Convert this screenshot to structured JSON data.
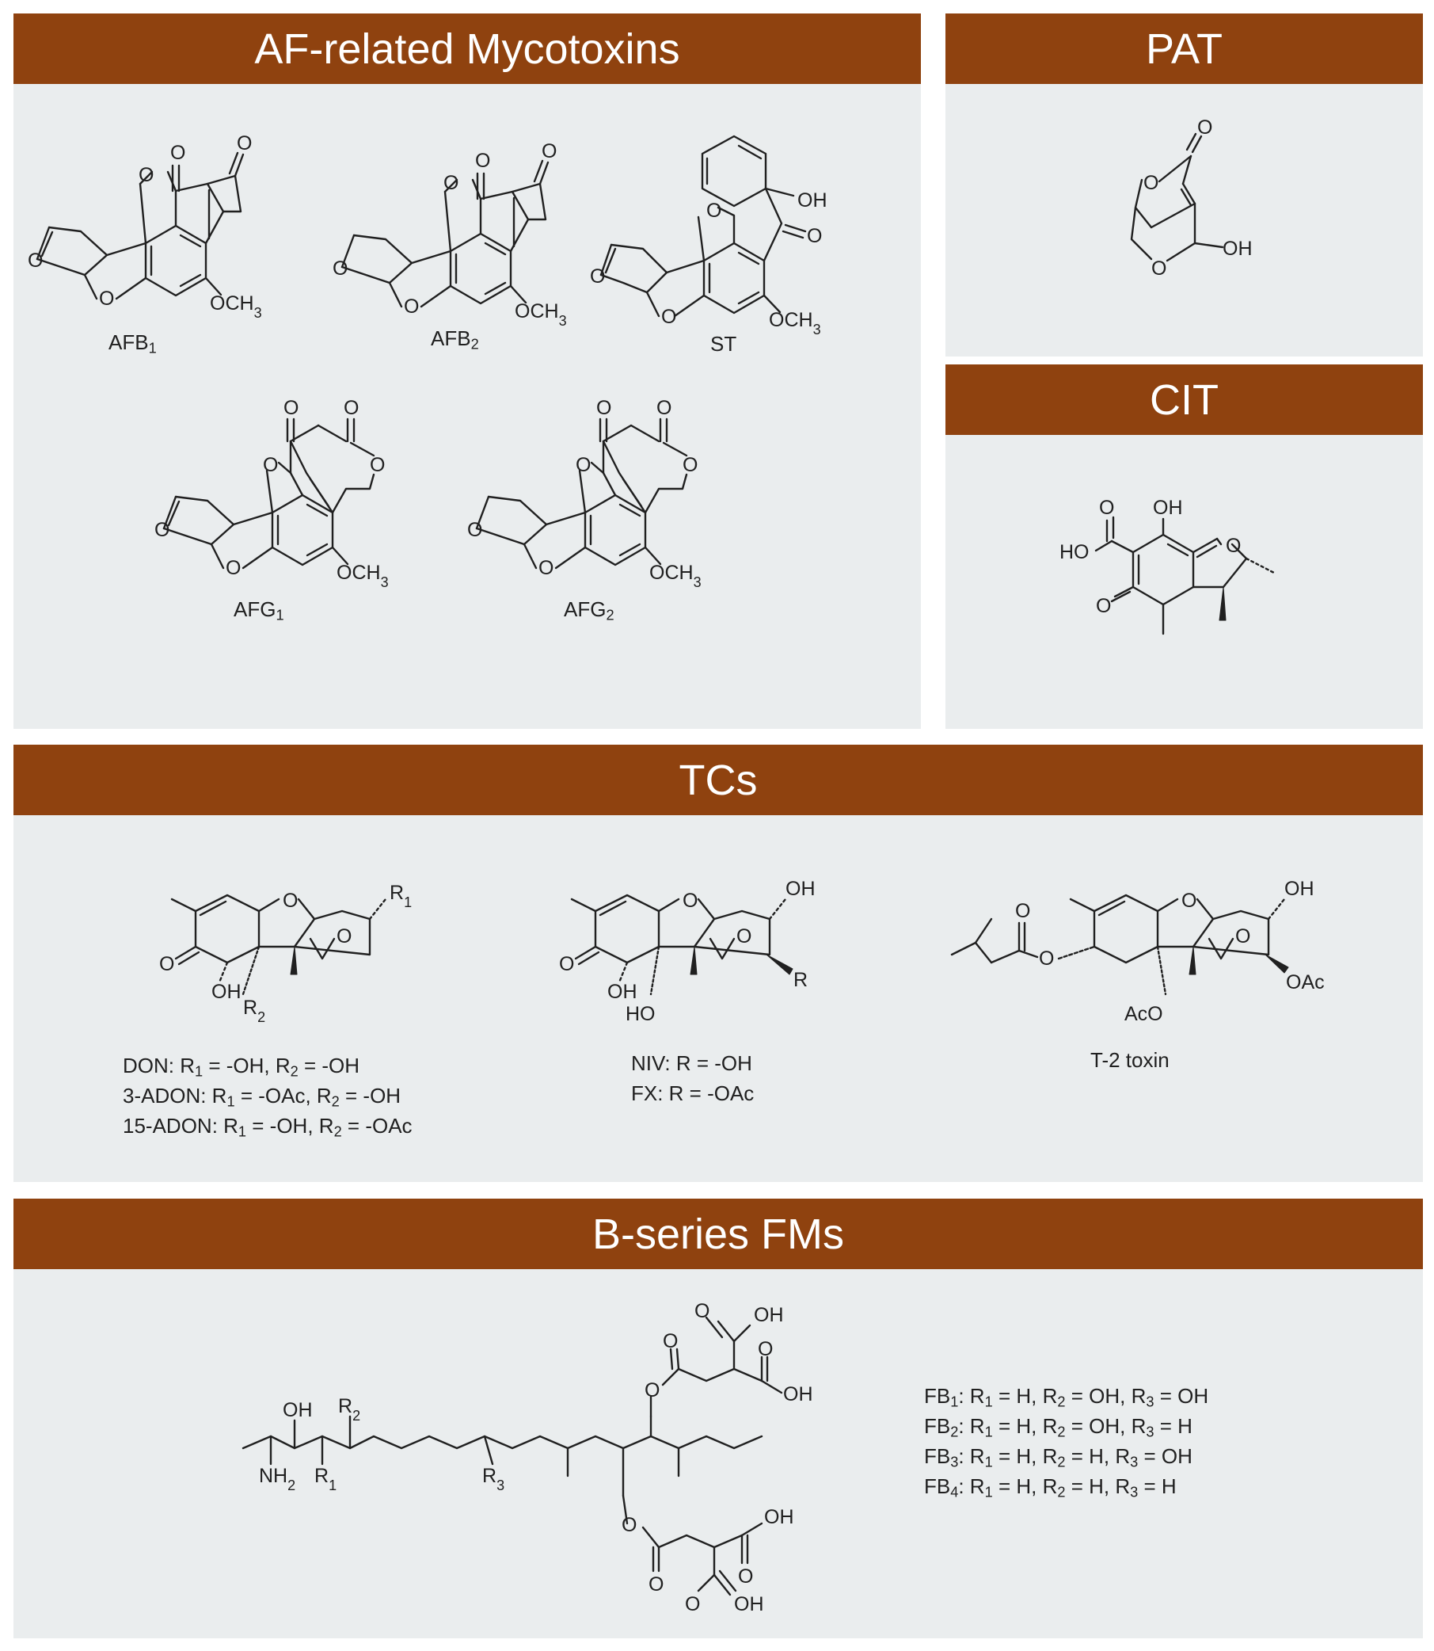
{
  "panels": {
    "af": {
      "title": "AF-related Mycotoxins",
      "labels": {
        "afb1": "AFB1",
        "afb2": "AFB2",
        "st": "ST",
        "afg1": "AFG1",
        "afg2": "AFG2"
      }
    },
    "pat": {
      "title": "PAT"
    },
    "cit": {
      "title": "CIT"
    },
    "tcs": {
      "title": "TCs",
      "don_lines": [
        "DON:  R1  =  -OH,  R2  =  -OH",
        "3-ADON: R1 = -OAc, R2 = -OH",
        "15-ADON: R1 = -OH, R2 = -OAc"
      ],
      "niv_lines": [
        "NIV: R = -OH",
        "FX: R = -OAc"
      ],
      "t2_label": "T-2 toxin"
    },
    "fm": {
      "title": "B-series FMs",
      "lines": [
        "FB1: R1 = H, R2 = OH, R3 = OH",
        "FB2: R1 = H, R2 = OH, R3 = H",
        "FB3: R1 = H, R2 = H, R3 = OH",
        "FB4: R1 = H, R2 = H, R3 = H"
      ]
    }
  },
  "atoms": {
    "O": "O",
    "OH": "OH",
    "HO": "HO",
    "OCH3": "OCH3",
    "OAc": "OAc",
    "AcO": "AcO",
    "R": "R",
    "R1": "R1",
    "R2": "R2",
    "R3": "R3",
    "NH2": "NH2"
  },
  "colors": {
    "header": "#8f420f",
    "panel": "#eaedee",
    "ink": "#202020"
  }
}
